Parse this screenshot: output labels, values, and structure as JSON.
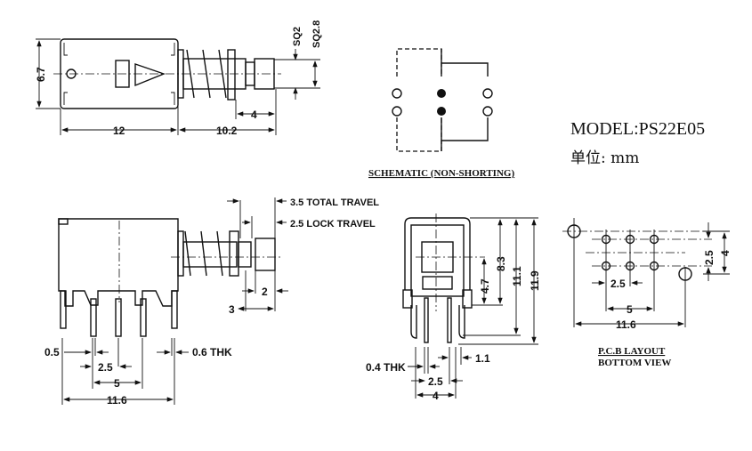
{
  "title": {
    "model": "MODEL:PS22E05",
    "unit": "单位: mm"
  },
  "top_view": {
    "height": "6.7",
    "body_length": "12",
    "stem_length": "10.2",
    "cap_length": "4",
    "sq_inner": "SQ2",
    "sq_outer": "SQ2.8"
  },
  "schematic": {
    "label": "SCHEMATIC (NON-SHORTING)"
  },
  "side_view": {
    "total_travel": "3.5 TOTAL TRAVEL",
    "lock_travel": "2.5 LOCK TRAVEL",
    "cap_dim_2": "2",
    "cap_dim_3": "3",
    "pin_width": "0.5",
    "pin_thk": "0.6 THK",
    "pitch": "2.5",
    "pitch_double": "5",
    "overall": "11.6"
  },
  "front_view": {
    "h1": "4.7",
    "h2": "8.3",
    "h3": "11.1",
    "h4": "11.9",
    "thk": "0.4 THK",
    "gap": "1.1",
    "pitch": "2.5",
    "width": "4"
  },
  "pcb_layout": {
    "row_spacing": "2.5",
    "mount_offset": "4",
    "pitch": "2.5",
    "pitch_double": "5",
    "overall": "11.6",
    "label_line1": "P.C.B LAYOUT",
    "label_line2": "BOTTOM VIEW"
  }
}
